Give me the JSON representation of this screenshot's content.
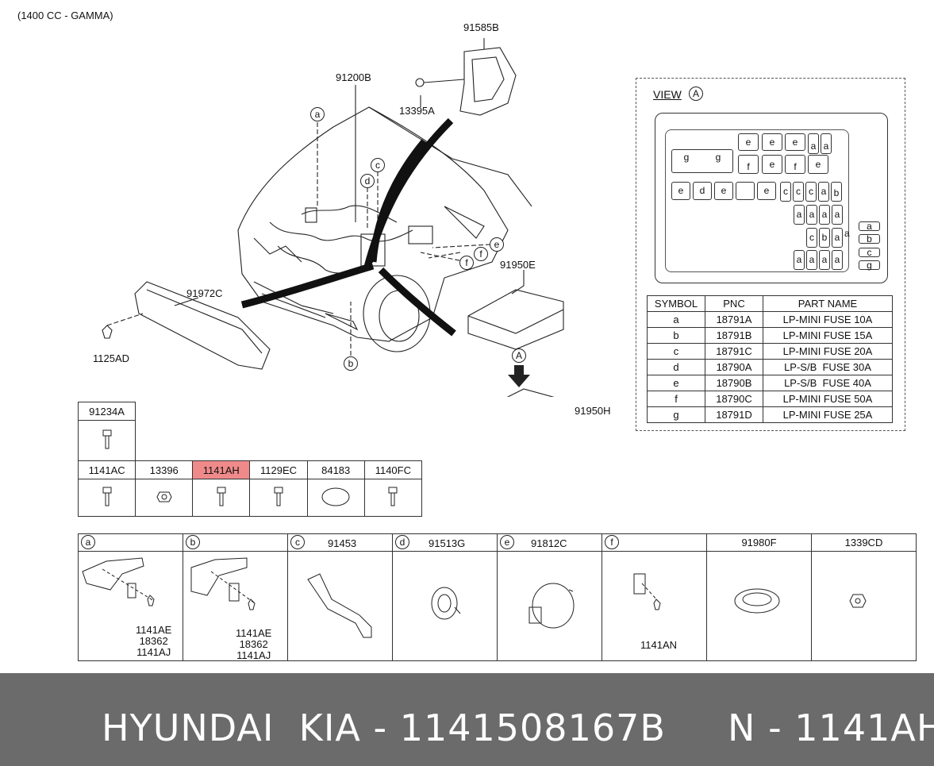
{
  "engine_label": "(1400 CC - GAMMA)",
  "callouts": {
    "p91585B": "91585B",
    "p91200B": "91200B",
    "p13395A": "13395A",
    "p91972C": "91972C",
    "p1125AD": "1125AD",
    "p91950E": "91950E",
    "p91950H": "91950H",
    "circle_a": "a",
    "circle_b": "b",
    "circle_c": "c",
    "circle_d": "d",
    "circle_e": "e",
    "circle_f1": "f",
    "circle_f2": "f",
    "circle_A": "A"
  },
  "hardware_top": {
    "header": "91234A"
  },
  "hardware_row": [
    {
      "code": "1141AC"
    },
    {
      "code": "13396"
    },
    {
      "code": "1141AH"
    },
    {
      "code": "1129EC"
    },
    {
      "code": "84183"
    },
    {
      "code": "1140FC"
    }
  ],
  "view": {
    "title": "VIEW",
    "circle": "A",
    "fuses": {
      "r1": [
        "e",
        "e",
        "e",
        "a",
        "a"
      ],
      "r2_left": [
        "g",
        "g"
      ],
      "r2": [
        "f",
        "e",
        "f",
        "e"
      ],
      "r3": [
        "e",
        "d",
        "e",
        "",
        "e",
        "c",
        "c",
        "c",
        "a",
        "b"
      ],
      "r4": [
        "a",
        "a",
        "a",
        "a"
      ],
      "r5": [
        "c",
        "b",
        "a",
        "a"
      ],
      "r6": [
        "a",
        "a",
        "a",
        "a"
      ],
      "legend": [
        "a",
        "b",
        "c",
        "g"
      ]
    },
    "table": {
      "headers": [
        "SYMBOL",
        "PNC",
        "PART NAME"
      ],
      "rows": [
        [
          "a",
          "18791A",
          "LP-MINI FUSE 10A"
        ],
        [
          "b",
          "18791B",
          "LP-MINI FUSE 15A"
        ],
        [
          "c",
          "18791C",
          "LP-MINI FUSE 20A"
        ],
        [
          "d",
          "18790A",
          "LP-S/B  FUSE 30A"
        ],
        [
          "e",
          "18790B",
          "LP-S/B  FUSE 40A"
        ],
        [
          "f",
          "18790C",
          "LP-MINI FUSE 50A"
        ],
        [
          "g",
          "18791D",
          "LP-MINI FUSE 25A"
        ]
      ]
    }
  },
  "detail_table": [
    {
      "circle": "a",
      "code": "",
      "labels": [
        "1141AE",
        "18362",
        "1141AJ"
      ]
    },
    {
      "circle": "b",
      "code": "",
      "labels": [
        "1141AE",
        "18362",
        "1141AJ"
      ]
    },
    {
      "circle": "c",
      "code": "91453",
      "labels": []
    },
    {
      "circle": "d",
      "code": "91513G",
      "labels": []
    },
    {
      "circle": "e",
      "code": "91812C",
      "labels": []
    },
    {
      "circle": "f",
      "code": "",
      "labels": [
        "1141AN"
      ]
    },
    {
      "circle": "",
      "code": "91980F",
      "labels": []
    },
    {
      "circle": "",
      "code": "1339CD",
      "labels": []
    }
  ],
  "footer": {
    "text": "HYUNDAI  KIA - 1141508167B     N - 1141AH"
  }
}
